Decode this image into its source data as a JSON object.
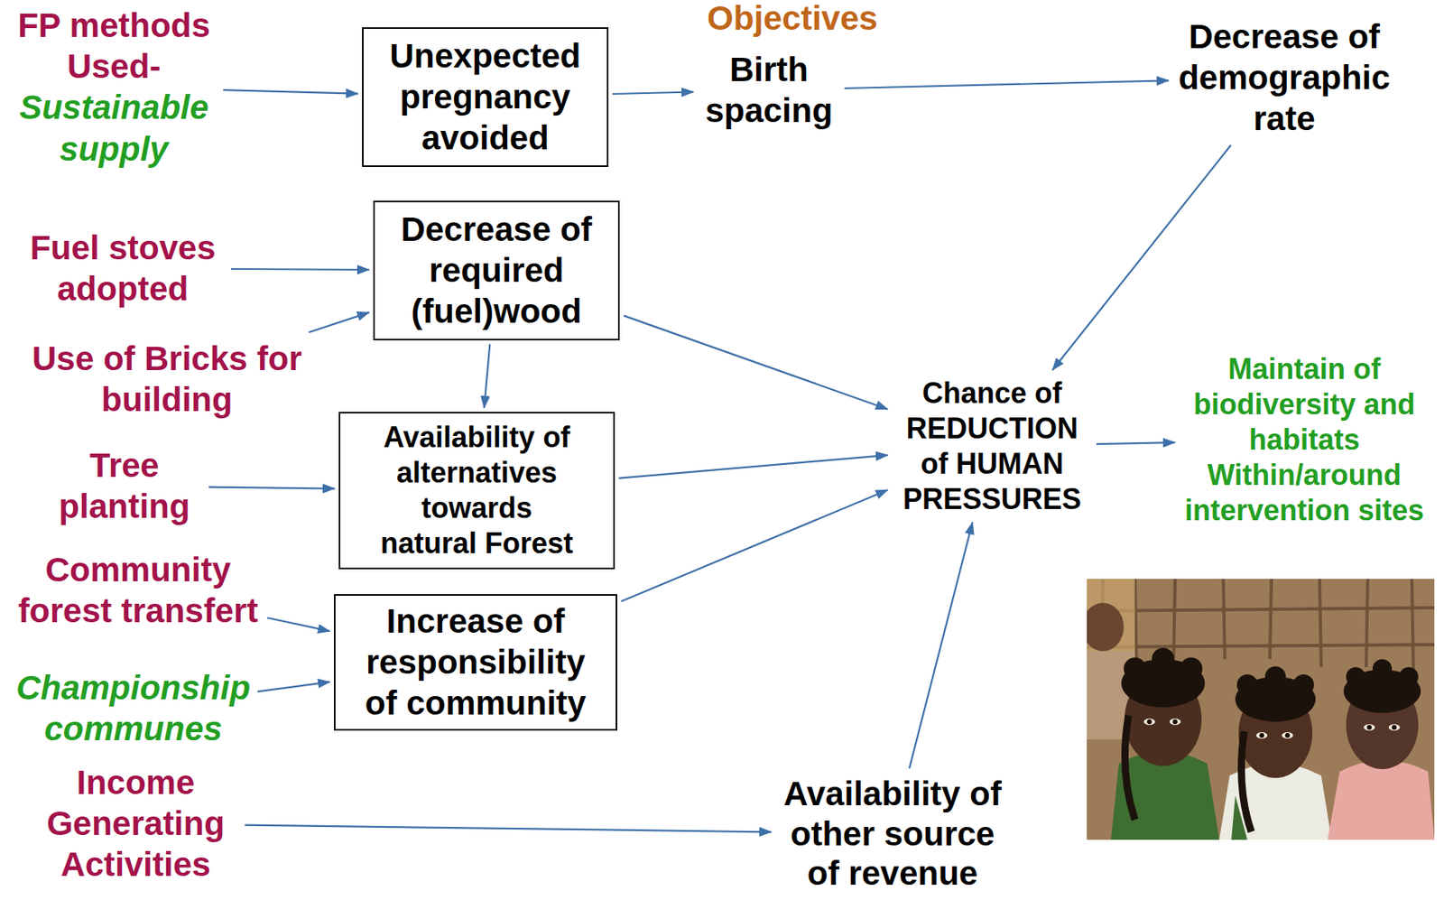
{
  "diagram": {
    "title": "Objectives",
    "nodes": [
      {
        "text": [
          "FP methods Used-",
          "Sustainable supply"
        ]
      },
      {
        "text": [
          "Unexpected pregnancy avoided"
        ]
      },
      {
        "text": [
          "Birth spacing"
        ]
      },
      {
        "text": [
          "Decrease of demographic rate"
        ]
      },
      {
        "text": [
          "Fuel stoves adopted"
        ]
      },
      {
        "text": [
          "Decrease of required (fuel)wood"
        ]
      },
      {
        "text": [
          "Use of Bricks for building"
        ]
      },
      {
        "text": [
          "Chance of REDUCTION of HUMAN PRESSURES"
        ]
      },
      {
        "text": [
          "Maintain of biodiversity and habitats Within/around intervention sites"
        ]
      },
      {
        "text": [
          "Tree planting"
        ]
      },
      {
        "text": [
          "Availability of alternatives towards natural Forest"
        ]
      },
      {
        "text": [
          "Community forest transfert"
        ]
      },
      {
        "text": [
          "Increase of responsibility of community"
        ]
      },
      {
        "text": [
          "Championship communes"
        ]
      },
      {
        "text": [
          "Income Generating Activities"
        ]
      },
      {
        "text": [
          "Availability of other source of revenue"
        ]
      }
    ],
    "edges": [
      {
        "from": 0,
        "to": 1,
        "arrow": "to"
      },
      {
        "from": 1,
        "to": 2,
        "arrow": "to"
      },
      {
        "from": 2,
        "to": 3,
        "arrow": "to"
      },
      {
        "from": 3,
        "to": 7,
        "arrow": "to"
      },
      {
        "from": 4,
        "to": 5,
        "arrow": "to"
      },
      {
        "from": 6,
        "to": 5,
        "arrow": "to"
      },
      {
        "from": 5,
        "to": 7,
        "arrow": "to"
      },
      {
        "from": 5,
        "to": 10,
        "arrow": "to"
      },
      {
        "from": 9,
        "to": 10,
        "arrow": "to"
      },
      {
        "from": 10,
        "to": 7,
        "arrow": "to"
      },
      {
        "from": 11,
        "to": 12,
        "arrow": "to"
      },
      {
        "from": 13,
        "to": 12,
        "arrow": "to"
      },
      {
        "from": 12,
        "to": 7,
        "arrow": "to"
      },
      {
        "from": 14,
        "to": 15,
        "arrow": "to"
      },
      {
        "from": 15,
        "to": 7,
        "arrow": "to"
      },
      {
        "from": 7,
        "to": 8,
        "arrow": "to"
      }
    ]
  }
}
